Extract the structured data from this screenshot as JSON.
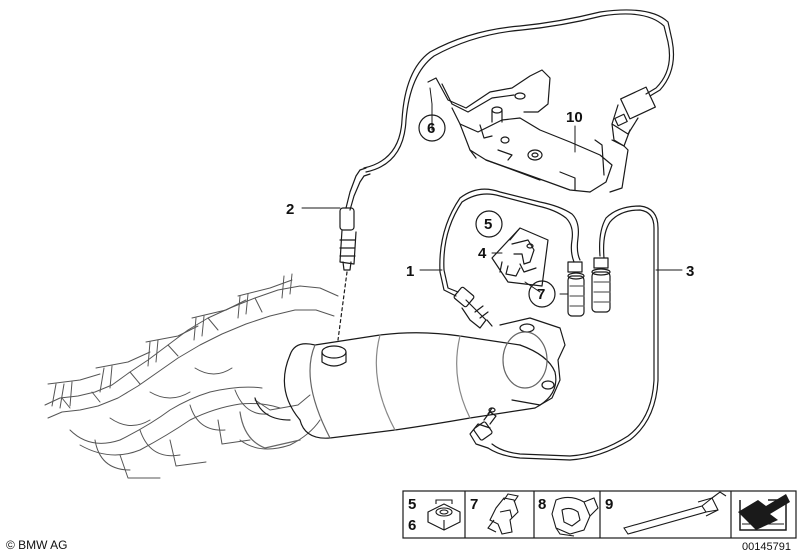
{
  "callouts": {
    "c1": "1",
    "c2": "2",
    "c3": "3",
    "c4": "4",
    "c5": "5",
    "c6": "6",
    "c7": "7",
    "c10": "10"
  },
  "parts_strip": {
    "cell1_top": "5",
    "cell1_bottom": "6",
    "cell2": "7",
    "cell3": "8",
    "cell4": "9"
  },
  "footer": {
    "copyright": "© BMW AG",
    "doc_number": "00145791"
  },
  "colors": {
    "line": "#1a1a1a",
    "background": "#ffffff"
  }
}
